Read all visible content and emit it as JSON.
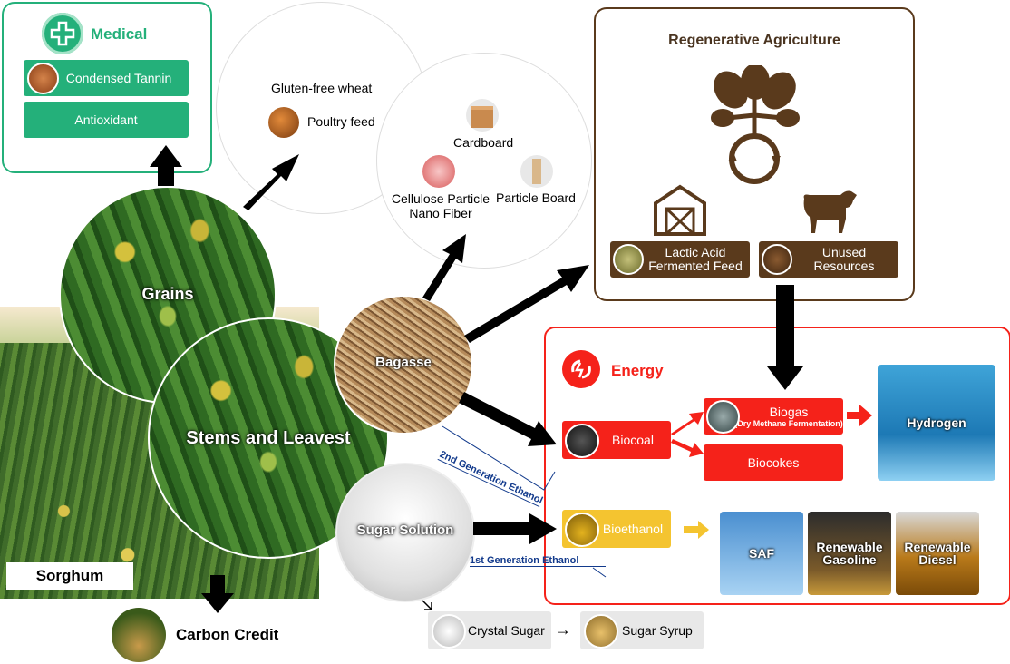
{
  "medical": {
    "title": "Medical",
    "items": [
      "Condensed Tannin",
      "Antioxidant"
    ]
  },
  "grains": {
    "label": "Grains",
    "outputs": [
      "Gluten-free wheat",
      "Poultry feed"
    ]
  },
  "stems": {
    "label": "Stems and Leavest"
  },
  "bagasse": {
    "label": "Bagasse",
    "products": [
      "Cardboard",
      "Cellulose Particle\nNano Fiber",
      "Particle Board"
    ]
  },
  "sorghum": {
    "label": "Sorghum"
  },
  "carbon": {
    "label": "Carbon Credit"
  },
  "regen": {
    "title": "Regenerative Agriculture",
    "items": [
      "Lactic Acid\nFermented Feed",
      "Unused\nResources"
    ]
  },
  "energy": {
    "title": "Energy",
    "biocoal": "Biocoal",
    "biogas": "Biogas",
    "biogas_sub": "(Dry Methane Fermentation)",
    "biocokes": "Biocokes",
    "hydrogen": "Hydrogen",
    "bioethanol": "Bioethanol",
    "fuels": [
      "SAF",
      "Renewable\nGasoline",
      "Renewable\nDiesel"
    ]
  },
  "sugar": {
    "label": "Sugar Solution",
    "gen2": "2nd Generation Ethanol",
    "gen1": "1st Generation Ethanol",
    "crystal": "Crystal Sugar",
    "syrup": "Sugar Syrup"
  },
  "colors": {
    "medical": "#24b07a",
    "regen": "#5a3a1c",
    "energy": "#f5221a",
    "ethanol": "#f4c430",
    "ethanol_label": "#123a8c"
  }
}
